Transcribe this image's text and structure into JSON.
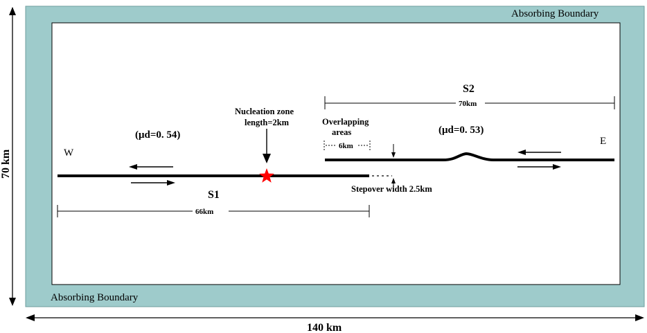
{
  "colors": {
    "boundary_fill": "#9ecbcb",
    "line": "#000000",
    "hypocenter": "#ff0000",
    "background": "#ffffff"
  },
  "labels": {
    "boundary_top": "Absorbing Boundary",
    "boundary_bottom": "Absorbing Boundary",
    "width_dimension": "140 km",
    "height_dimension": "70 km",
    "west": "W",
    "east": "E",
    "fault1_name": "S1",
    "fault2_name": "S2",
    "fault1_length": "66km",
    "fault2_length": "70km",
    "fault1_friction": "(μd=0. 54)",
    "fault2_friction": "(μd=0. 53)",
    "nucleation_line1": "Nucleation zone",
    "nucleation_line2": "length=2km",
    "overlap_line1": "Overlapping",
    "overlap_line2": "areas",
    "overlap_length": "6km",
    "stepover": "Stepover width 2.5km"
  },
  "icons": {
    "hypocenter": "red-star-icon"
  }
}
